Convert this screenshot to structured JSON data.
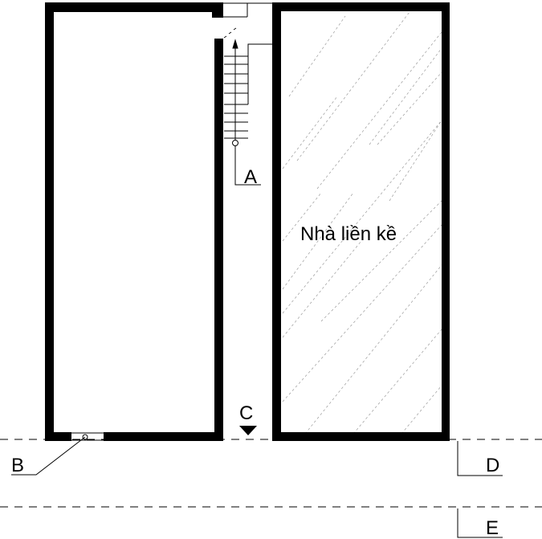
{
  "labels": {
    "a": "A",
    "b": "B",
    "c": "C",
    "d": "D",
    "e": "E",
    "neighbor_house": "Nhà liền kề"
  },
  "colors": {
    "wall": "#000000",
    "hatch": "#9a9a9a",
    "background": "#ffffff"
  }
}
